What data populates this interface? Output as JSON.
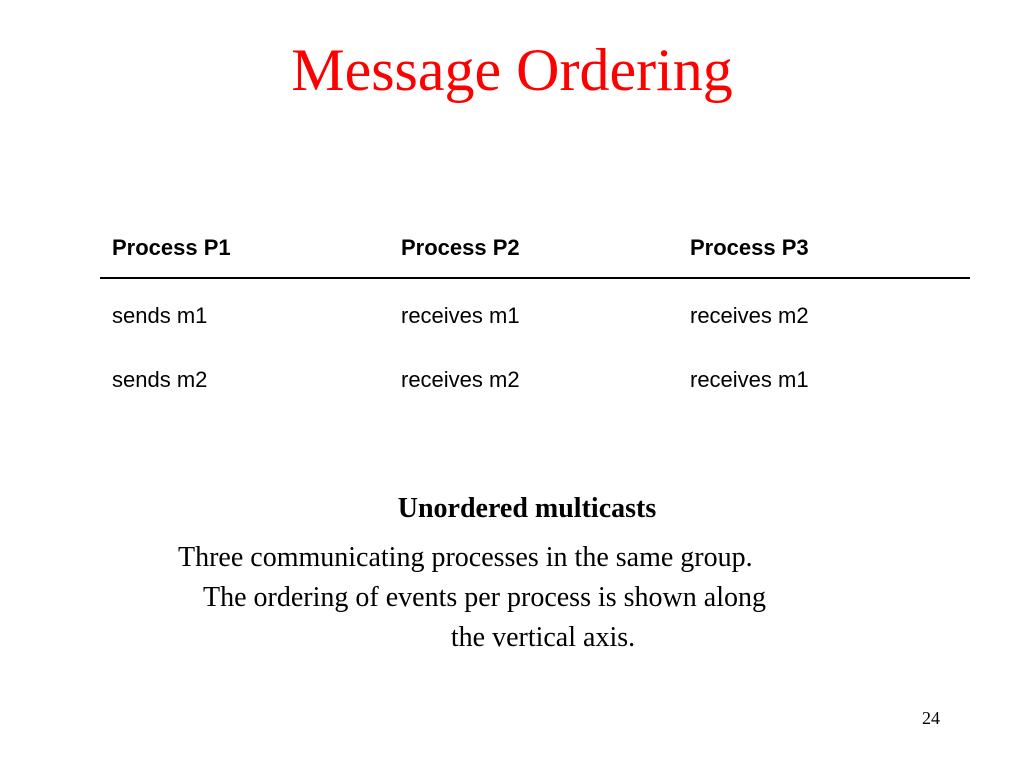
{
  "slide": {
    "title": "Message Ordering",
    "page_number": "24"
  },
  "table": {
    "headers": [
      "Process P1",
      "Process P2",
      "Process P3"
    ],
    "rows": [
      [
        "sends m1",
        "receives m1",
        "receives m2"
      ],
      [
        "sends m2",
        "receives m2",
        "receives m1"
      ]
    ]
  },
  "caption": {
    "title": "Unordered multicasts",
    "lines": [
      "Three communicating processes in the same group.",
      "The ordering of events per process is shown along",
      "the vertical axis."
    ]
  },
  "colors": {
    "title": "#ff0000",
    "text": "#000000",
    "background": "#ffffff"
  }
}
